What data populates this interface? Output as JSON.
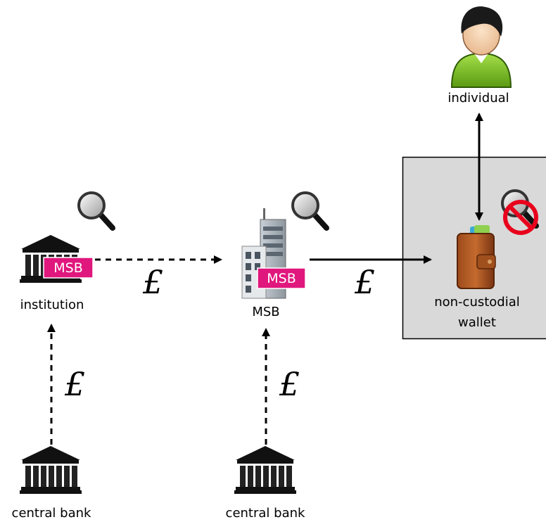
{
  "nodes": {
    "institution": {
      "label": "institution",
      "badge": "MSB"
    },
    "msb": {
      "label": "MSB",
      "badge": "MSB"
    },
    "wallet": {
      "label_line1": "non-custodial",
      "label_line2": "wallet"
    },
    "individual": {
      "label": "individual"
    },
    "central_bank_left": {
      "label": "central bank"
    },
    "central_bank_middle": {
      "label": "central bank"
    }
  },
  "currency_symbol": "£",
  "icons": {
    "bank": "bank-icon",
    "office": "office-building-icon",
    "wallet": "wallet-icon",
    "person": "person-icon",
    "magnifier": "magnifier-icon",
    "prohibited": "no-surveillance-icon"
  },
  "colors": {
    "badge": "#e0177d",
    "wallet_box_fill": "#d9d9d9",
    "person_shirt": "#7cc52a",
    "prohibited": "#e8001c"
  }
}
